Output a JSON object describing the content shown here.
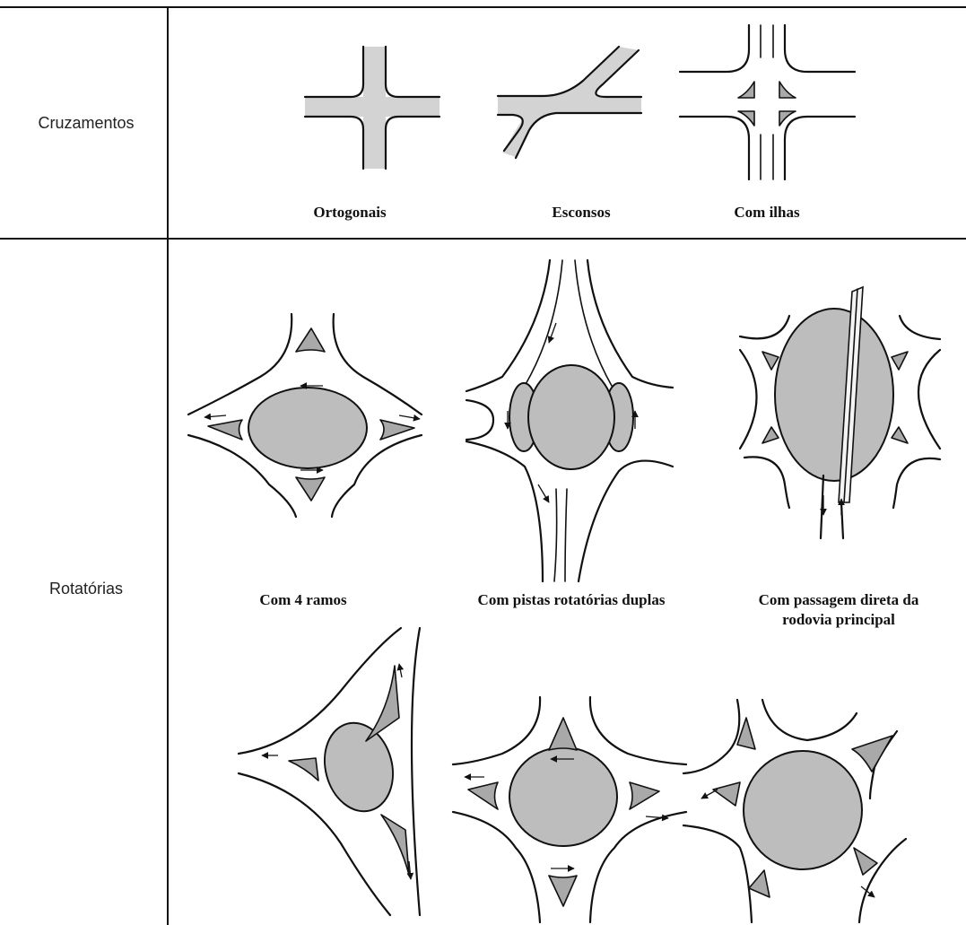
{
  "rows": {
    "cruzamentos": "Cruzamentos",
    "rotatorias": "Rotatórias"
  },
  "captions": {
    "ortogonais": "Ortogonais",
    "esconsos": "Esconsos",
    "com_ilhas": "Com ilhas",
    "com_4_ramos": "Com 4 ramos",
    "pistas_duplas": "Com pistas rotatórias duplas",
    "passagem_direta_line1": "Com passagem direta da",
    "passagem_direta_line2": "rodovia principal"
  },
  "colors": {
    "pavement": "#d3d3d3",
    "island": "#bdbdbd",
    "channelizing_island": "#a9a9a9",
    "lines": "#111111"
  }
}
